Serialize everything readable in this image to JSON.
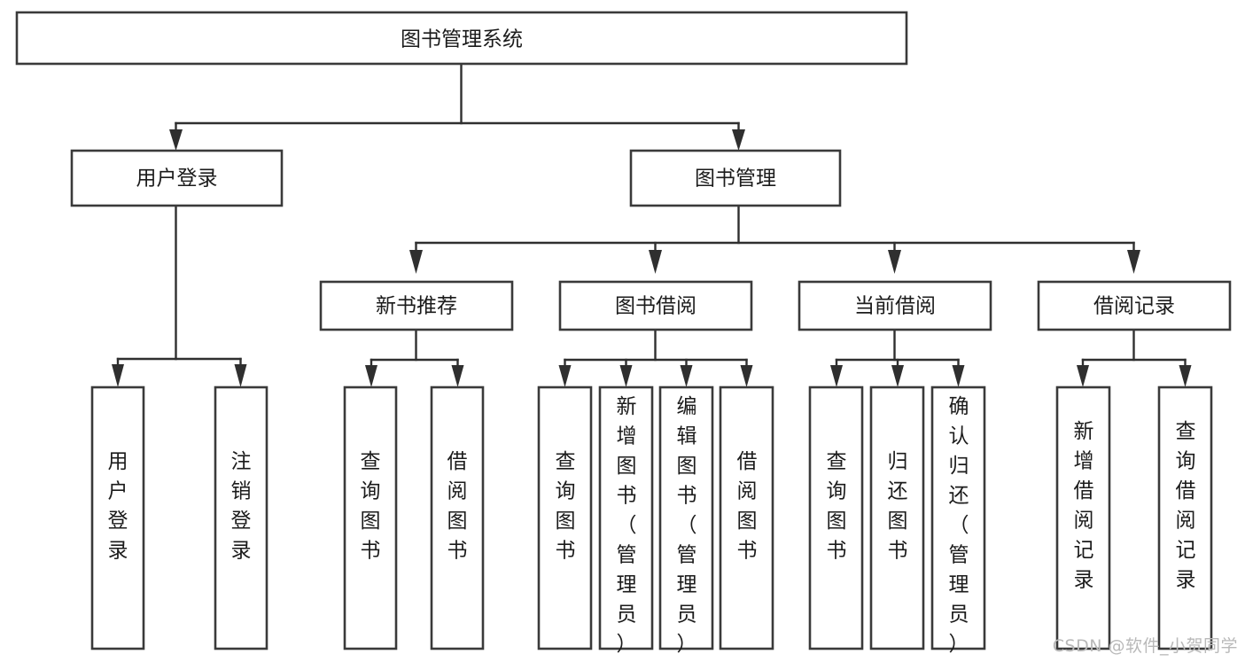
{
  "diagram": {
    "type": "tree",
    "title": "图书管理系统",
    "orientation": "top-down",
    "colors": {
      "box_stroke": "#3a3a3a",
      "box_fill": "#ffffff",
      "edge": "#2f2f2f",
      "text": "#1b1b1b",
      "watermark": "#b9b9b9",
      "background": "#ffffff"
    },
    "root": {
      "id": "root",
      "label": "图书管理系统",
      "text_orientation": "horizontal"
    },
    "level1": [
      {
        "id": "user-login",
        "label": "用户登录",
        "text_orientation": "horizontal"
      },
      {
        "id": "book-manage",
        "label": "图书管理",
        "text_orientation": "horizontal"
      }
    ],
    "level2": [
      {
        "id": "new-book-recommend",
        "label": "新书推荐",
        "parent": "book-manage",
        "text_orientation": "horizontal"
      },
      {
        "id": "book-borrow",
        "label": "图书借阅",
        "parent": "book-manage",
        "text_orientation": "horizontal"
      },
      {
        "id": "current-borrow",
        "label": "当前借阅",
        "parent": "book-manage",
        "text_orientation": "horizontal"
      },
      {
        "id": "borrow-record",
        "label": "借阅记录",
        "parent": "book-manage",
        "text_orientation": "horizontal"
      }
    ],
    "leaves": [
      {
        "id": "leaf-user-login",
        "parent": "user-login",
        "label": "用户登录",
        "text_orientation": "vertical"
      },
      {
        "id": "leaf-user-logout",
        "parent": "user-login",
        "label": "注销登录",
        "text_orientation": "vertical"
      },
      {
        "id": "leaf-query-book-1",
        "parent": "new-book-recommend",
        "label": "查询图书",
        "text_orientation": "vertical"
      },
      {
        "id": "leaf-borrow-book-1",
        "parent": "new-book-recommend",
        "label": "借阅图书",
        "text_orientation": "vertical"
      },
      {
        "id": "leaf-query-book-2",
        "parent": "book-borrow",
        "label": "查询图书",
        "text_orientation": "vertical"
      },
      {
        "id": "leaf-add-book",
        "parent": "book-borrow",
        "label": "新增图书（管理员）",
        "text_orientation": "vertical"
      },
      {
        "id": "leaf-edit-book",
        "parent": "book-borrow",
        "label": "编辑图书（管理员）",
        "text_orientation": "vertical"
      },
      {
        "id": "leaf-borrow-book-2",
        "parent": "book-borrow",
        "label": "借阅图书",
        "text_orientation": "vertical"
      },
      {
        "id": "leaf-query-book-3",
        "parent": "current-borrow",
        "label": "查询图书",
        "text_orientation": "vertical"
      },
      {
        "id": "leaf-return-book",
        "parent": "current-borrow",
        "label": "归还图书",
        "text_orientation": "vertical"
      },
      {
        "id": "leaf-confirm-return",
        "parent": "current-borrow",
        "label": "确认归还（管理员）",
        "text_orientation": "vertical"
      },
      {
        "id": "leaf-add-record",
        "parent": "borrow-record",
        "label": "新增借阅记录",
        "text_orientation": "vertical"
      },
      {
        "id": "leaf-query-record",
        "parent": "borrow-record",
        "label": "查询借阅记录",
        "text_orientation": "vertical"
      }
    ]
  },
  "watermark": {
    "text": "CSDN @软件_小贺同学"
  }
}
